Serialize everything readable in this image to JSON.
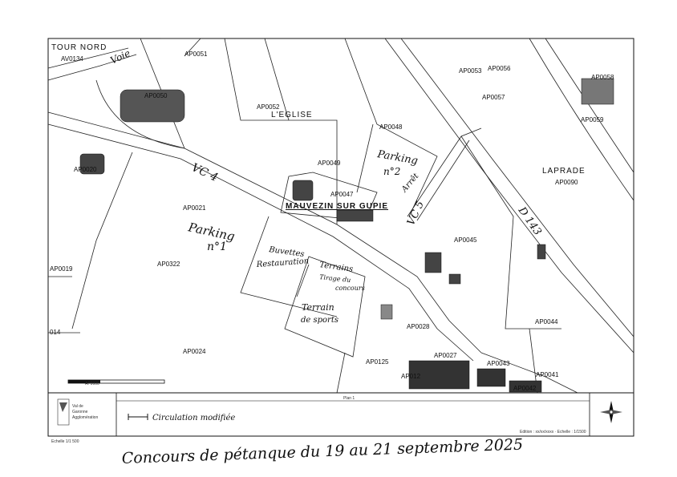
{
  "places": {
    "tour_nord": "TOUR NORD",
    "eglise": "L'EGLISE",
    "laprade": "LAPRADE",
    "village": "MAUVEZIN SUR GUPIE"
  },
  "roads": {
    "voie": "Voie",
    "vc_left": "VC 4",
    "vc_right": "VC 5",
    "d": "D 143"
  },
  "parcels": {
    "p_av0134": "AV0134",
    "p_ap0051": "AP0051",
    "p_ap0050": "AP0050",
    "p_ap0052": "AP0052",
    "p_ap0053": "AP0053",
    "p_ap0056": "AP0056",
    "p_ap0057": "AP0057",
    "p_ap0058": "AP0058",
    "p_ap0059": "AP0059",
    "p_ap0048": "AP0048",
    "p_ap0049": "AP0049",
    "p_ap0047": "AP0047",
    "p_ap0020": "AP0020",
    "p_ap0021": "AP0021",
    "p_ap0090": "AP0090",
    "p_ap0045": "AP0045",
    "p_ap0019": "AP0019",
    "p_ap0322": "AP0322",
    "p_ap0028": "AP0028",
    "p_ap0044": "AP0044",
    "p_014": "014",
    "p_ap0024": "AP0024",
    "p_ap0027": "AP0027",
    "p_ap0125": "AP0125",
    "p_ap0122": "AP012",
    "p_ap0043": "AP0043",
    "p_ap0041": "AP0041",
    "p_ap0042": "AP0042"
  },
  "annotations": {
    "parking2_a": "Parking",
    "parking2_b": "n°2",
    "parking2_c": "Arrêt",
    "parking1_a": "Parking",
    "parking1_b": "n°1",
    "buvette_a": "Buvettes",
    "buvette_b": "Restauration",
    "jeu_a": "Terrains",
    "jeu_b": "Tirage du",
    "jeu_c": "concours",
    "sport_a": "Terrain",
    "sport_b": "de sports",
    "scale_mark": "AP0000"
  },
  "legend": {
    "plan_title": "Plan 1",
    "logo_line1": "Val de",
    "logo_line2": "Garonne",
    "logo_line3": "Agglomération",
    "logo_caption": "Echelle 1/1 500",
    "route_label": "Circulation modifiée",
    "edition": "Edition : xx/xx/xxxx · Echelle : 1/1500"
  },
  "footer": {
    "title": "Concours de pétanque du 19 au 21 septembre 2025"
  }
}
